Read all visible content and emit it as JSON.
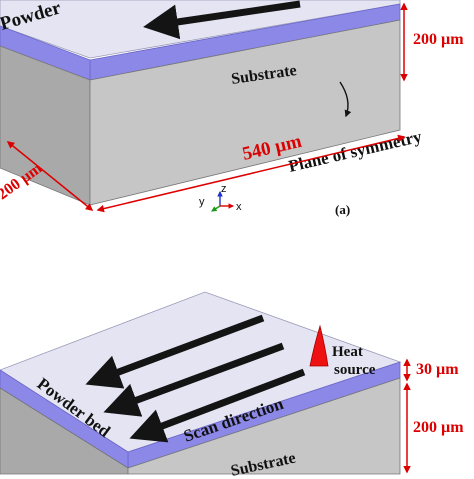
{
  "figure_a": {
    "powder_label": "Powder",
    "substrate_label": "Substrate",
    "plane_label": "Plane of symmetry",
    "dim_height": "200 µm",
    "dim_length": "540 µm",
    "dim_depth": "200 µm",
    "panel_label": "(a)",
    "axes": {
      "z": "z",
      "y": "y",
      "x": "x"
    }
  },
  "figure_b": {
    "powder_bed_label": "Powder bed",
    "scan_direction_label": "Scan direction",
    "heat_source_line1": "Heat",
    "heat_source_line2": "source",
    "dim_layer": "30 µm",
    "dim_height": "200 µm",
    "substrate_label": "Substrate"
  },
  "colors": {
    "substrate_front": "#c6c6c6",
    "substrate_side": "#a9a9a9",
    "powder_top": "#e4e4f2",
    "powder_edge": "#8c88e8",
    "dimension": "#dd0000",
    "heat_source": "#ee1111",
    "arrow": "#141414"
  }
}
